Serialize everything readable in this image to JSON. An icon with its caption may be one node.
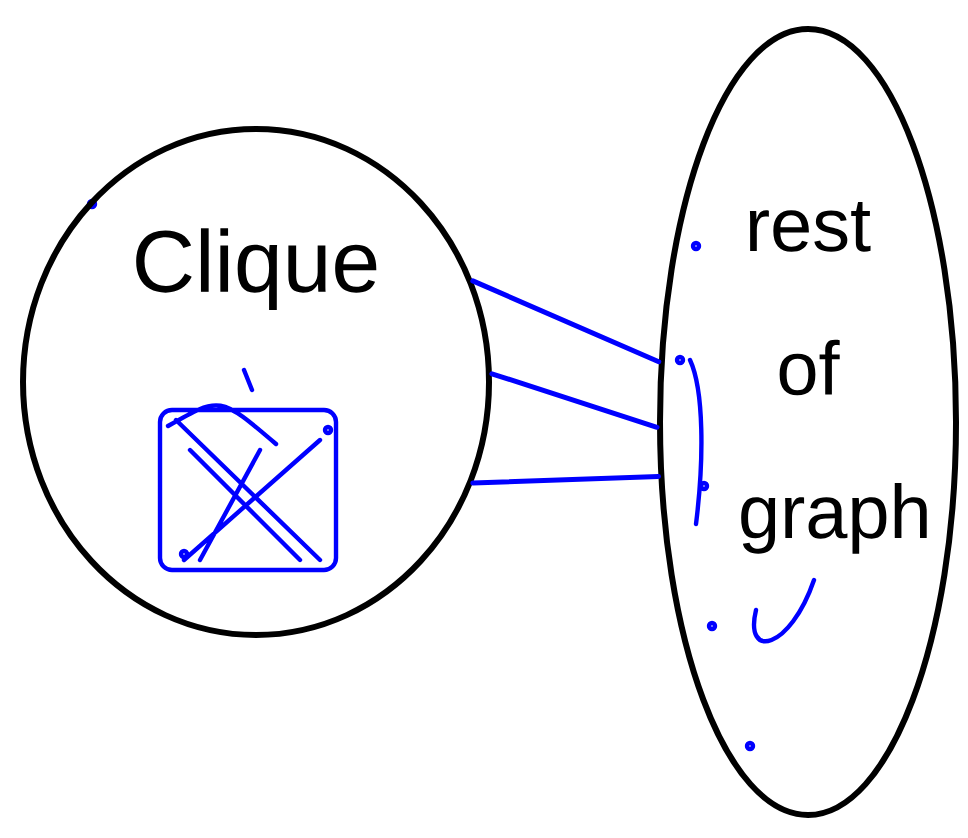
{
  "diagram": {
    "nodes": [
      {
        "text": [
          "Clique"
        ]
      },
      {
        "text": [
          "rest of graph"
        ]
      }
    ],
    "edges": [
      {
        "from": 0,
        "to": 1,
        "arrow": "none"
      },
      {
        "from": 0,
        "to": 1,
        "arrow": "none"
      },
      {
        "from": 0,
        "to": 1,
        "arrow": "none"
      }
    ]
  }
}
